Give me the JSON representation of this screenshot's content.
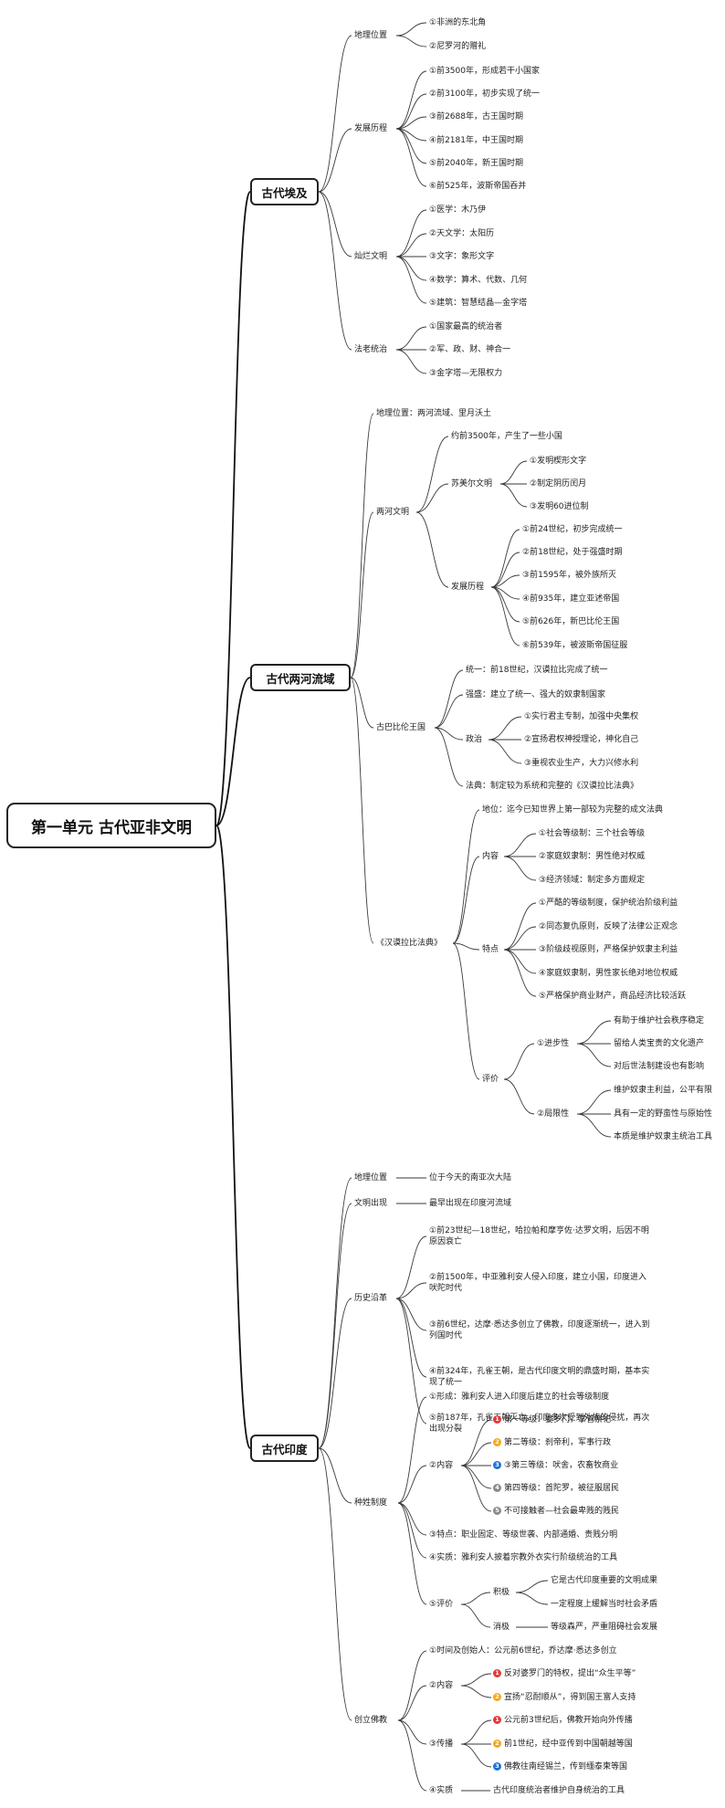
{
  "root": "第一单元 古代亚非文明",
  "egypt": {
    "title": "古代埃及",
    "geo": {
      "label": "地理位置",
      "items": [
        "①非洲的东北角",
        "②尼罗河的赠礼"
      ]
    },
    "history": {
      "label": "发展历程",
      "items": [
        "①前3500年，形成若干小国家",
        "②前3100年，初步实现了统一",
        "③前2688年，古王国时期",
        "④前2181年，中王国时期",
        "⑤前2040年，新王国时期",
        "⑥前525年，波斯帝国吞并"
      ]
    },
    "culture": {
      "label": "灿烂文明",
      "items": [
        "①医学：木乃伊",
        "②天文学：太阳历",
        "③文字：象形文字",
        "④数学：算术、代数、几何",
        "⑤建筑：智慧结晶—金字塔"
      ]
    },
    "rule": {
      "label": "法老统治",
      "items": [
        "①国家最高的统治者",
        "②军、政、财、神合一",
        "③金字塔—无限权力"
      ]
    }
  },
  "meso": {
    "title": "古代两河流域",
    "geo": "地理位置：两河流域、里月沃土",
    "rivers": {
      "label": "两河文明",
      "first": "约前3500年，产生了一些小国",
      "sumer": {
        "label": "苏美尔文明",
        "items": [
          "①发明楔形文字",
          "②制定阴历闰月",
          "③发明60进位制"
        ]
      },
      "history": {
        "label": "发展历程",
        "items": [
          "①前24世纪，初步完成统一",
          "②前18世纪，处于强盛时期",
          "③前1595年，被外族所灭",
          "④前935年，建立亚述帝国",
          "⑤前626年，新巴比伦王国",
          "⑥前539年，被波斯帝国征服"
        ]
      }
    },
    "babylon": {
      "label": "古巴比伦王国",
      "unify": "统一：前18世纪，汉谟拉比完成了统一",
      "strong": "强盛：建立了统一、强大的奴隶制国家",
      "politics": {
        "label": "政治",
        "items": [
          "①实行君主专制，加强中央集权",
          "②宣扬君权神授理论，神化自己",
          "③重视农业生产，大力兴修水利"
        ]
      },
      "law": "法典：制定较为系统和完整的《汉谟拉比法典》"
    },
    "code": {
      "label": "《汉谟拉比法典》",
      "status": "地位：迄今已知世界上第一部较为完整的成文法典",
      "content": {
        "label": "内容",
        "items": [
          "①社会等级制：三个社会等级",
          "②家庭奴隶制：男性绝对权威",
          "③经济领域：制定多方面规定"
        ]
      },
      "features": {
        "label": "特点",
        "items": [
          "①严酷的等级制度，保护统治阶级利益",
          "②同态复仇原则，反映了法律公正观念",
          "③阶级歧视原则，严格保护奴隶主利益",
          "④家庭奴隶制，男性家长绝对地位权威",
          "⑤严格保护商业财产，商品经济比较活跃"
        ]
      },
      "eval": {
        "label": "评价",
        "progress": {
          "label": "①进步性",
          "items": [
            "有助于维护社会秩序稳定",
            "留给人类宝贵的文化遗产",
            "对后世法制建设也有影响"
          ]
        },
        "limit": {
          "label": "②局限性",
          "items": [
            "维护奴隶主利益，公平有限",
            "具有一定的野蛮性与原始性",
            "本质是维护奴隶主统治工具"
          ]
        }
      }
    }
  },
  "india": {
    "title": "古代印度",
    "geo": {
      "label": "地理位置",
      "item": "位于今天的南亚次大陆"
    },
    "civ": {
      "label": "文明出现",
      "item": "最早出现在印度河流域"
    },
    "history": {
      "label": "历史沿革",
      "items": [
        "①前23世纪—18世纪，哈拉帕和摩亨佐·达罗文明，后因不明原因衰亡",
        "②前1500年，中亚雅利安人侵入印度，建立小国，印度进入吠陀时代",
        "③前6世纪，达摩·悉达多创立了佛教，印度逐渐统一，进入到列国时代",
        "④前324年，孔雀王朝，是古代印度文明的鼎盛时期，基本实现了统一",
        "⑤前187年，孔雀王朝灭亡，印度多次受到外族的侵扰，再次出现分裂"
      ]
    },
    "caste": {
      "label": "种姓制度",
      "form": "①形成：雅利安人进入印度后建立的社会等级制度",
      "content": {
        "label": "②内容",
        "items": [
          {
            "badge": "1",
            "color": "#e53935",
            "text": "第一等级：婆罗门，掌管祭祀"
          },
          {
            "badge": "2",
            "color": "#f4a81c",
            "text": "第二等级：刹帝利，军事行政"
          },
          {
            "badge": "3",
            "color": "#1e6fd8",
            "text": "③第三等级：吠舍，农畜牧商业"
          },
          {
            "badge": "4",
            "color": "#8a8a8a",
            "text": "第四等级：首陀罗，被征服居民"
          },
          {
            "badge": "5",
            "color": "#8a8a8a",
            "text": "不可接触者—社会最卑贱的贱民"
          }
        ]
      },
      "feature": "③特点：职业固定、等级世袭、内部通婚、贵贱分明",
      "essence": "④实质：雅利安人披着宗教外衣实行阶级统治的工具",
      "eval": {
        "label": "⑤评价",
        "pos": {
          "label": "积极",
          "items": [
            "它是古代印度重要的文明成果",
            "一定程度上缓解当时社会矛盾"
          ]
        },
        "neg": {
          "label": "消极",
          "item": "等级森严，严重阻碍社会发展"
        }
      }
    },
    "buddhism": {
      "label": "创立佛教",
      "time": "①时间及创始人：公元前6世纪，乔达摩·悉达多创立",
      "content": {
        "label": "②内容",
        "items": [
          {
            "badge": "1",
            "color": "#e53935",
            "text": "反对婆罗门的特权，提出“众生平等”"
          },
          {
            "badge": "2",
            "color": "#f4a81c",
            "text": "宣扬“忍耐顺从”，得到国王富人支持"
          }
        ]
      },
      "spread": {
        "label": "③传播",
        "items": [
          {
            "badge": "1",
            "color": "#e53935",
            "text": "公元前3世纪后，佛教开始向外传播"
          },
          {
            "badge": "2",
            "color": "#f4a81c",
            "text": "前1世纪，经中亚传到中国朝越等国"
          },
          {
            "badge": "3",
            "color": "#1e6fd8",
            "text": "佛教往南经锡兰，传到缅泰柬等国"
          }
        ]
      },
      "essence": {
        "label": "④实质",
        "item": "古代印度统治者维护自身统治的工具"
      }
    }
  }
}
